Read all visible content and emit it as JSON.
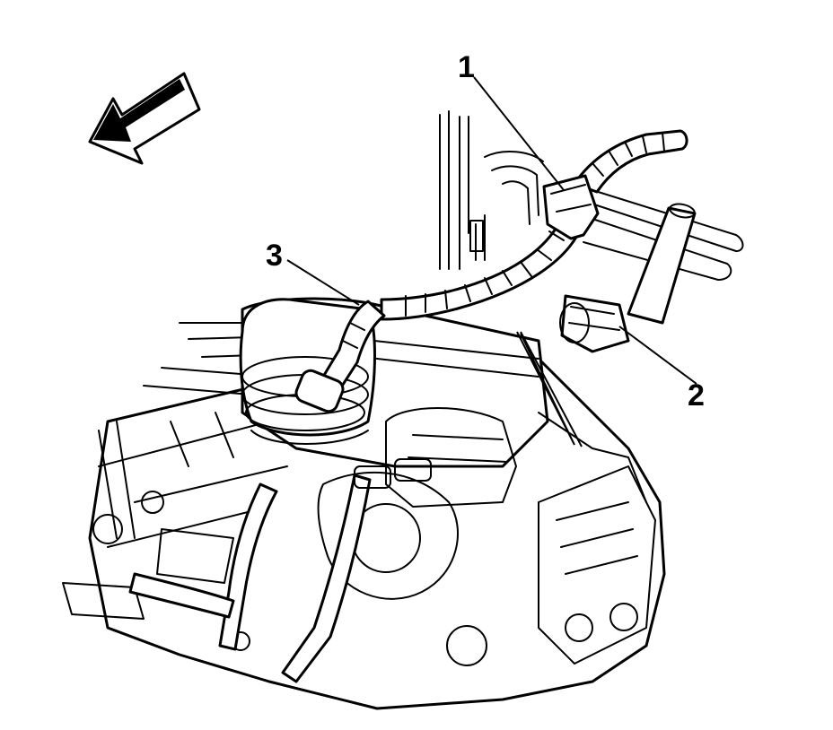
{
  "callouts": [
    {
      "id": "1",
      "label": "1"
    },
    {
      "id": "2",
      "label": "2"
    },
    {
      "id": "3",
      "label": "3"
    }
  ],
  "colors": {
    "ink": "#000000",
    "paper": "#ffffff"
  },
  "icons": {
    "direction_arrow": "front-direction-arrow-icon"
  }
}
